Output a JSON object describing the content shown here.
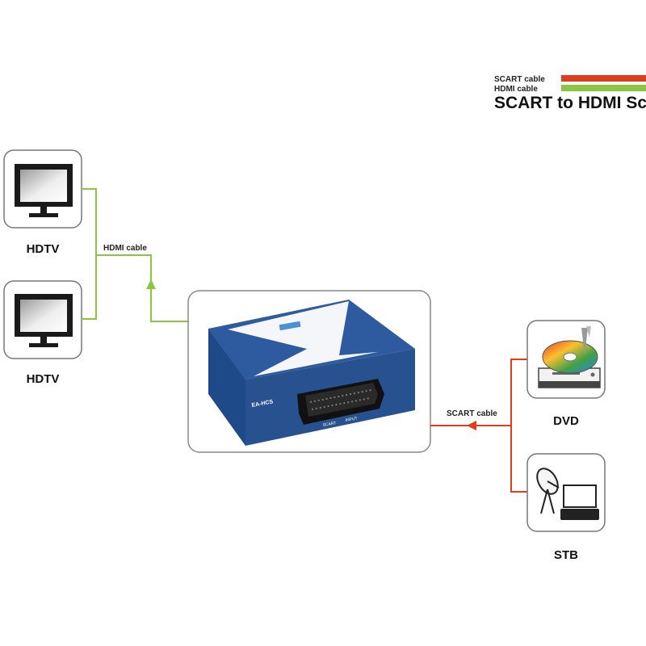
{
  "legend": {
    "scart_label": "SCART cable",
    "hdmi_label": "HDMI cable",
    "title": "SCART to HDMI Sc",
    "scart_color": "#e03c1e",
    "hdmi_color": "#8cc63f"
  },
  "displays": [
    {
      "label": "HDTV"
    },
    {
      "label": "HDTV"
    }
  ],
  "sources": [
    {
      "label": "DVD"
    },
    {
      "label": "STB"
    }
  ],
  "cables": {
    "hdmi_label": "HDMI cable",
    "scart_label": "SCART cable"
  },
  "device": {
    "top_label": "SCART to HDMI Scaler",
    "model": "EA-HCS",
    "port_label_left": "SCART",
    "port_label_right": "INPUT",
    "body_color": "#2e5aa0"
  }
}
